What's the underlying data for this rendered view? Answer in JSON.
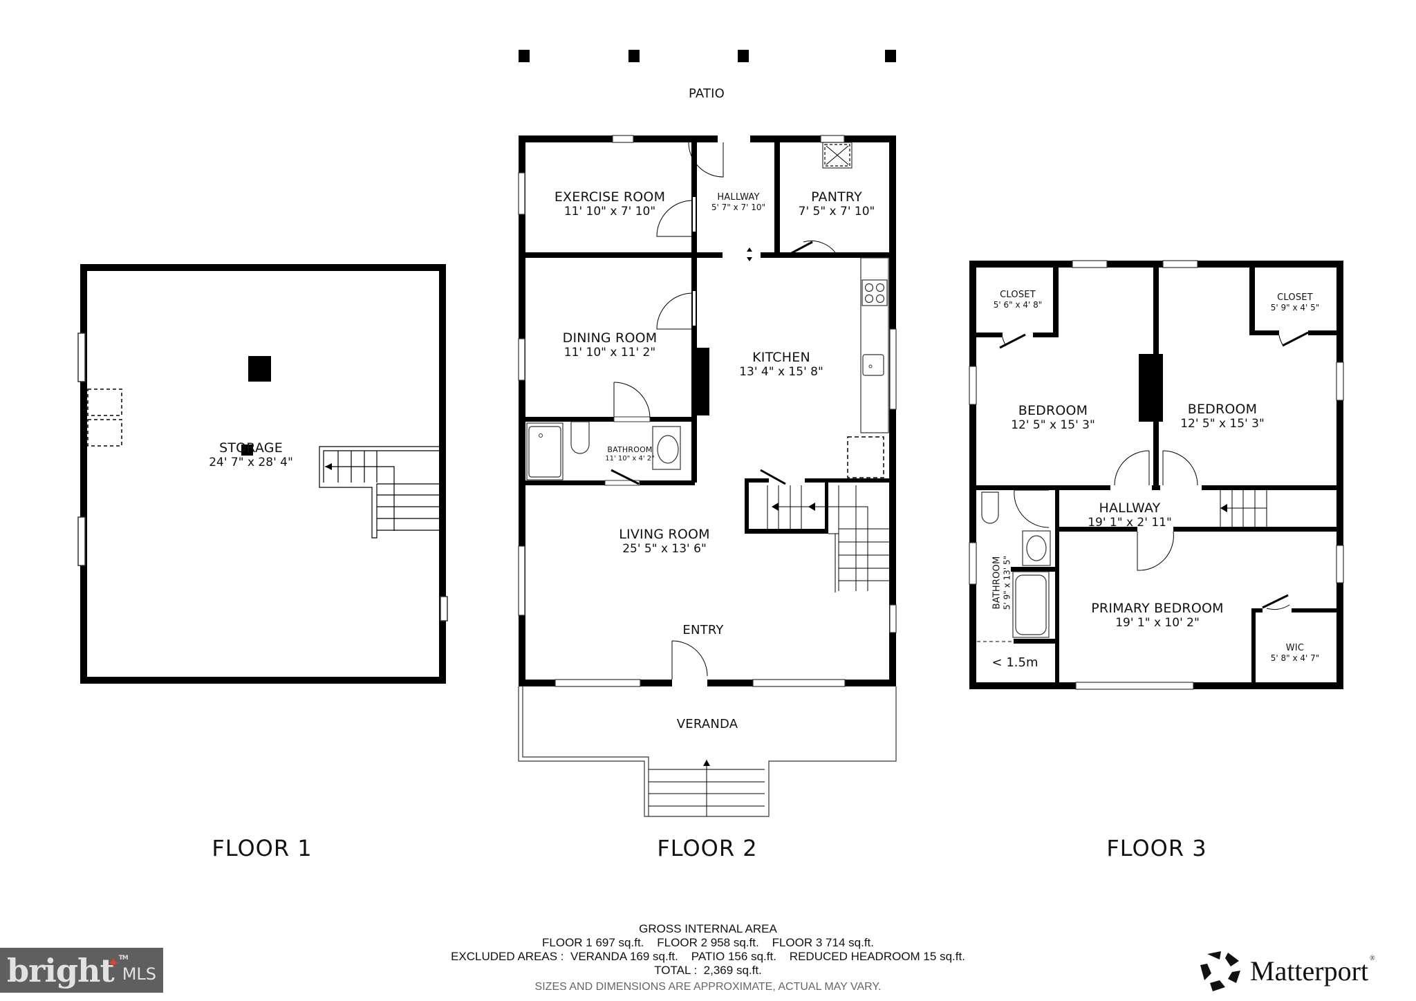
{
  "patio": {
    "label": "PATIO"
  },
  "floors": [
    {
      "title": "FLOOR 1",
      "rooms": [
        {
          "name": "STORAGE",
          "dims": "24' 7\" x 28' 4\""
        }
      ]
    },
    {
      "title": "FLOOR 2",
      "rooms": [
        {
          "name": "EXERCISE ROOM",
          "dims": "11' 10\" x 7' 10\""
        },
        {
          "name": "HALLWAY",
          "dims": "5' 7\" x 7' 10\""
        },
        {
          "name": "PANTRY",
          "dims": "7' 5\" x 7' 10\""
        },
        {
          "name": "DINING ROOM",
          "dims": "11' 10\" x 11' 2\""
        },
        {
          "name": "KITCHEN",
          "dims": "13' 4\" x 15' 8\""
        },
        {
          "name": "BATHROOM",
          "dims": "11' 10\" x 4' 2\""
        },
        {
          "name": "LIVING ROOM",
          "dims": "25' 5\" x 13' 6\""
        },
        {
          "name": "ENTRY",
          "dims": ""
        },
        {
          "name": "VERANDA",
          "dims": ""
        }
      ]
    },
    {
      "title": "FLOOR 3",
      "rooms": [
        {
          "name": "CLOSET",
          "dims": "5' 6\" x 4' 8\""
        },
        {
          "name": "CLOSET",
          "dims": "5' 9\" x 4' 5\""
        },
        {
          "name": "BEDROOM",
          "dims": "12' 5\" x 15' 3\""
        },
        {
          "name": "BEDROOM",
          "dims": "12' 5\" x 15' 3\""
        },
        {
          "name": "HALLWAY",
          "dims": "19' 1\" x 2' 11\""
        },
        {
          "name": "BATHROOM",
          "dims": "5' 9\" x 13' 5\""
        },
        {
          "name": "PRIMARY BEDROOM",
          "dims": "19' 1\" x 10' 2\""
        },
        {
          "name": "WIC",
          "dims": "5' 8\" x 4' 7\""
        },
        {
          "name": "< 1.5m",
          "dims": ""
        }
      ]
    }
  ],
  "footer": {
    "heading": "GROSS INTERNAL AREA",
    "floor_areas": "FLOOR 1 697 sq.ft.    FLOOR 2 958 sq.ft.    FLOOR 3 714 sq.ft.",
    "excluded": "EXCLUDED AREAS :  VERANDA 169 sq.ft.    PATIO 156 sq.ft.    REDUCED HEADROOM 15 sq.ft.",
    "total": "TOTAL :  2,369 sq.ft.",
    "disclaimer": "SIZES AND DIMENSIONS ARE APPROXIMATE, ACTUAL MAY VARY."
  },
  "logos": {
    "bright_word": "bright",
    "bright_mls": "MLS",
    "bright_tm": "TM",
    "matterport": "Matterport",
    "matterport_reg": "®"
  },
  "colors": {
    "wall": "#000000",
    "background": "#ffffff",
    "bright_bg": "#5f5f5f",
    "bright_star": "#e2412b",
    "disclaimer": "#666666"
  }
}
